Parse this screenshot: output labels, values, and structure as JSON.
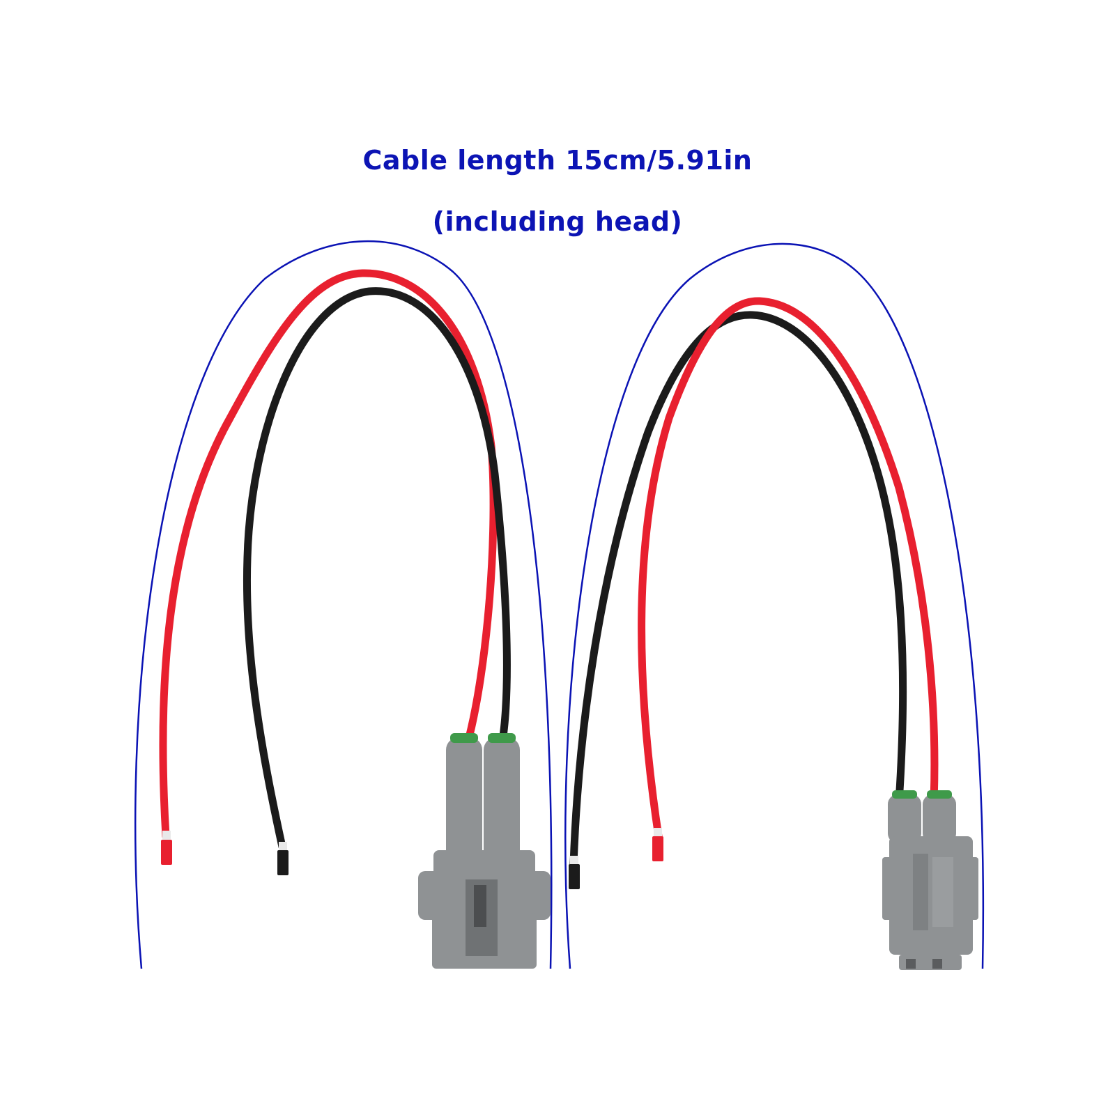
{
  "caption": {
    "line1": "Cable length 15cm/5.91in",
    "line2": "(including head)"
  },
  "colors": {
    "text": "#0c14b4",
    "guide": "#0a12b4",
    "red_wire": "#e8202f",
    "black_wire": "#1b1b1b",
    "connector_body": "#8f9294",
    "seal": "#3f9a4a",
    "tip": "#e8202f"
  },
  "cables": [
    {
      "connector": "male-connector",
      "wires": [
        "red",
        "black"
      ]
    },
    {
      "connector": "female-connector",
      "wires": [
        "black",
        "red"
      ]
    }
  ]
}
